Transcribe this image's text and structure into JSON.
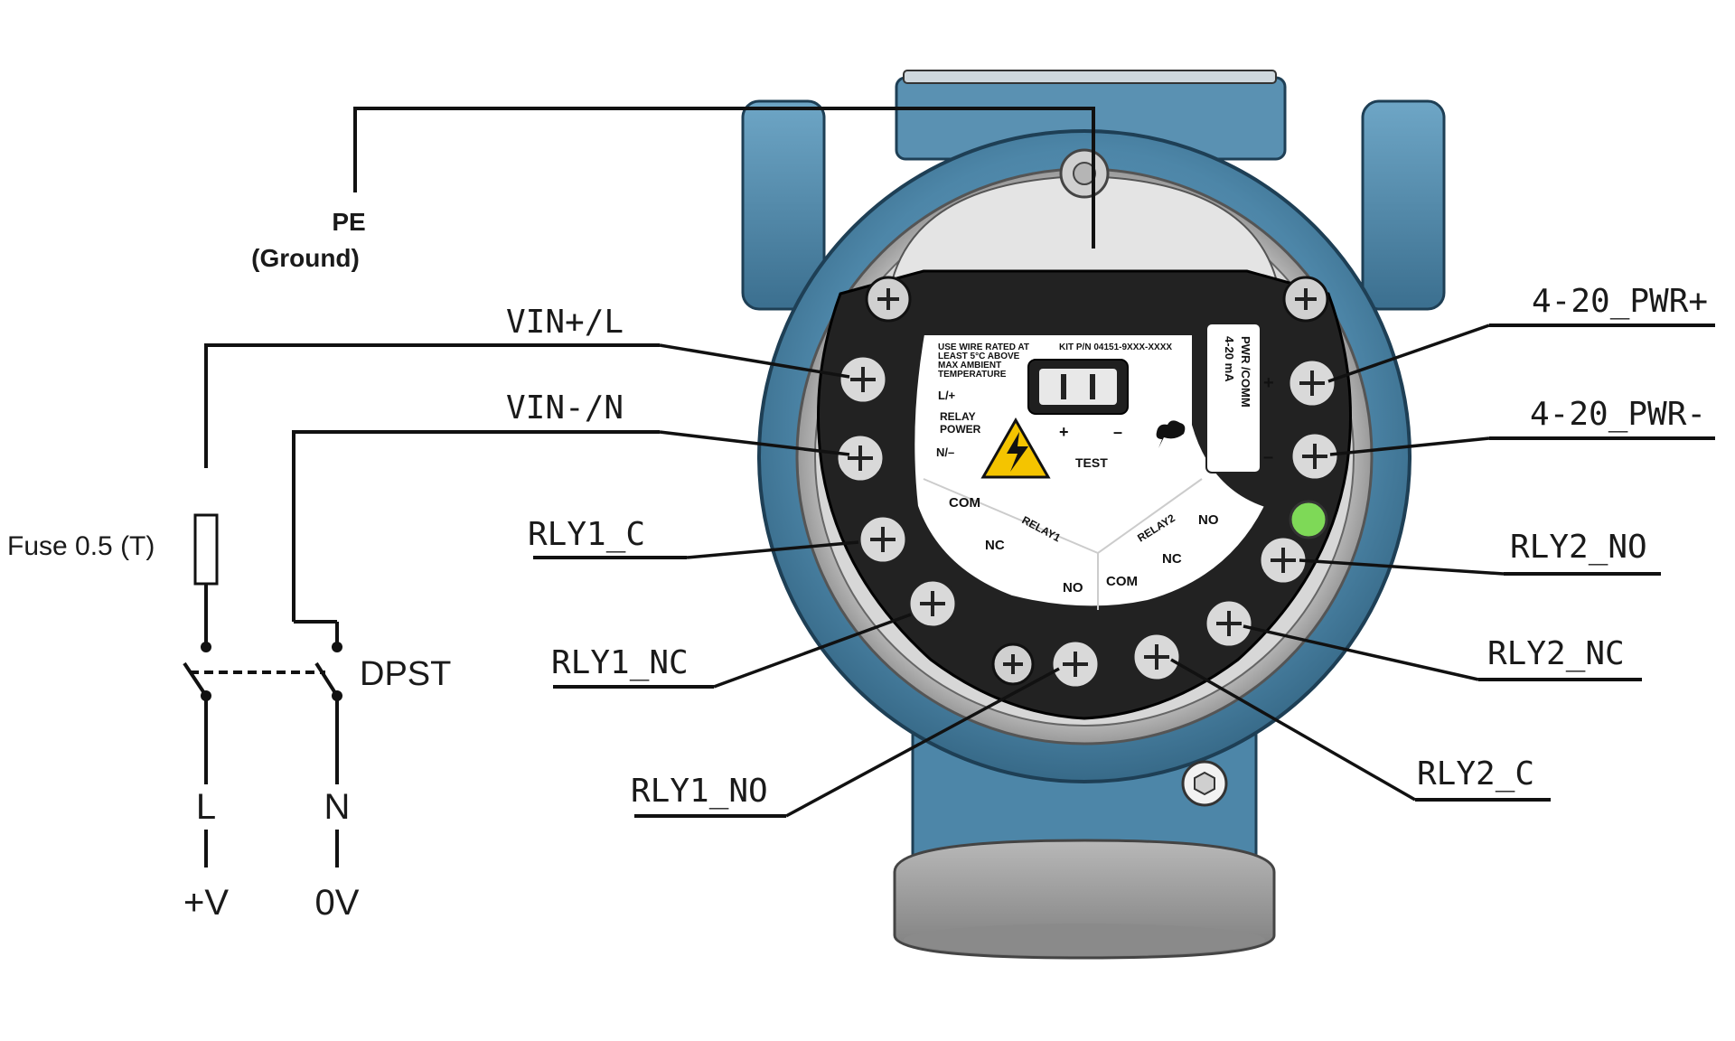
{
  "labels": {
    "pe": "PE",
    "ground": "(Ground)",
    "vin_plus": "VIN+/L",
    "vin_minus": "VIN-/N",
    "rly1_c": "RLY1_C",
    "rly1_nc": "RLY1_NC",
    "rly1_no": "RLY1_NO",
    "pwr_plus": "4-20_PWR+",
    "pwr_minus": "4-20_PWR-",
    "rly2_no": "RLY2_NO",
    "rly2_nc": "RLY2_NC",
    "rly2_c": "RLY2_C",
    "fuse": "Fuse 0.5 (T)",
    "dpst": "DPST",
    "l": "L",
    "n": "N",
    "plus_v": "+V",
    "zero_v": "0V"
  },
  "panel": {
    "wire_note_1": "USE WIRE RATED AT",
    "wire_note_2": "LEAST 5°C ABOVE",
    "wire_note_3": "MAX AMBIENT",
    "wire_note_4": "TEMPERATURE",
    "kit_pn": "KIT P/N 04151-9XXX-XXXX",
    "l_plus": "L/+",
    "relay_power_1": "RELAY",
    "relay_power_2": "POWER",
    "n_minus": "N/–",
    "test_plus": "+",
    "test_minus": "–",
    "test": "TEST",
    "pwr_comm": "PWR /COMM",
    "ma": "4-20 mA",
    "term_plus": "+",
    "term_minus": "–",
    "com1": "COM",
    "nc1": "NC",
    "no1": "NO",
    "relay1": "RELAY1",
    "relay2": "RELAY2",
    "no2": "NO",
    "nc2": "NC",
    "com2": "COM"
  },
  "colors": {
    "housing_blue": "#4d86a8",
    "housing_dark": "#2f5f7c",
    "warning_yellow": "#f4c400",
    "led_green": "#7ed957"
  }
}
